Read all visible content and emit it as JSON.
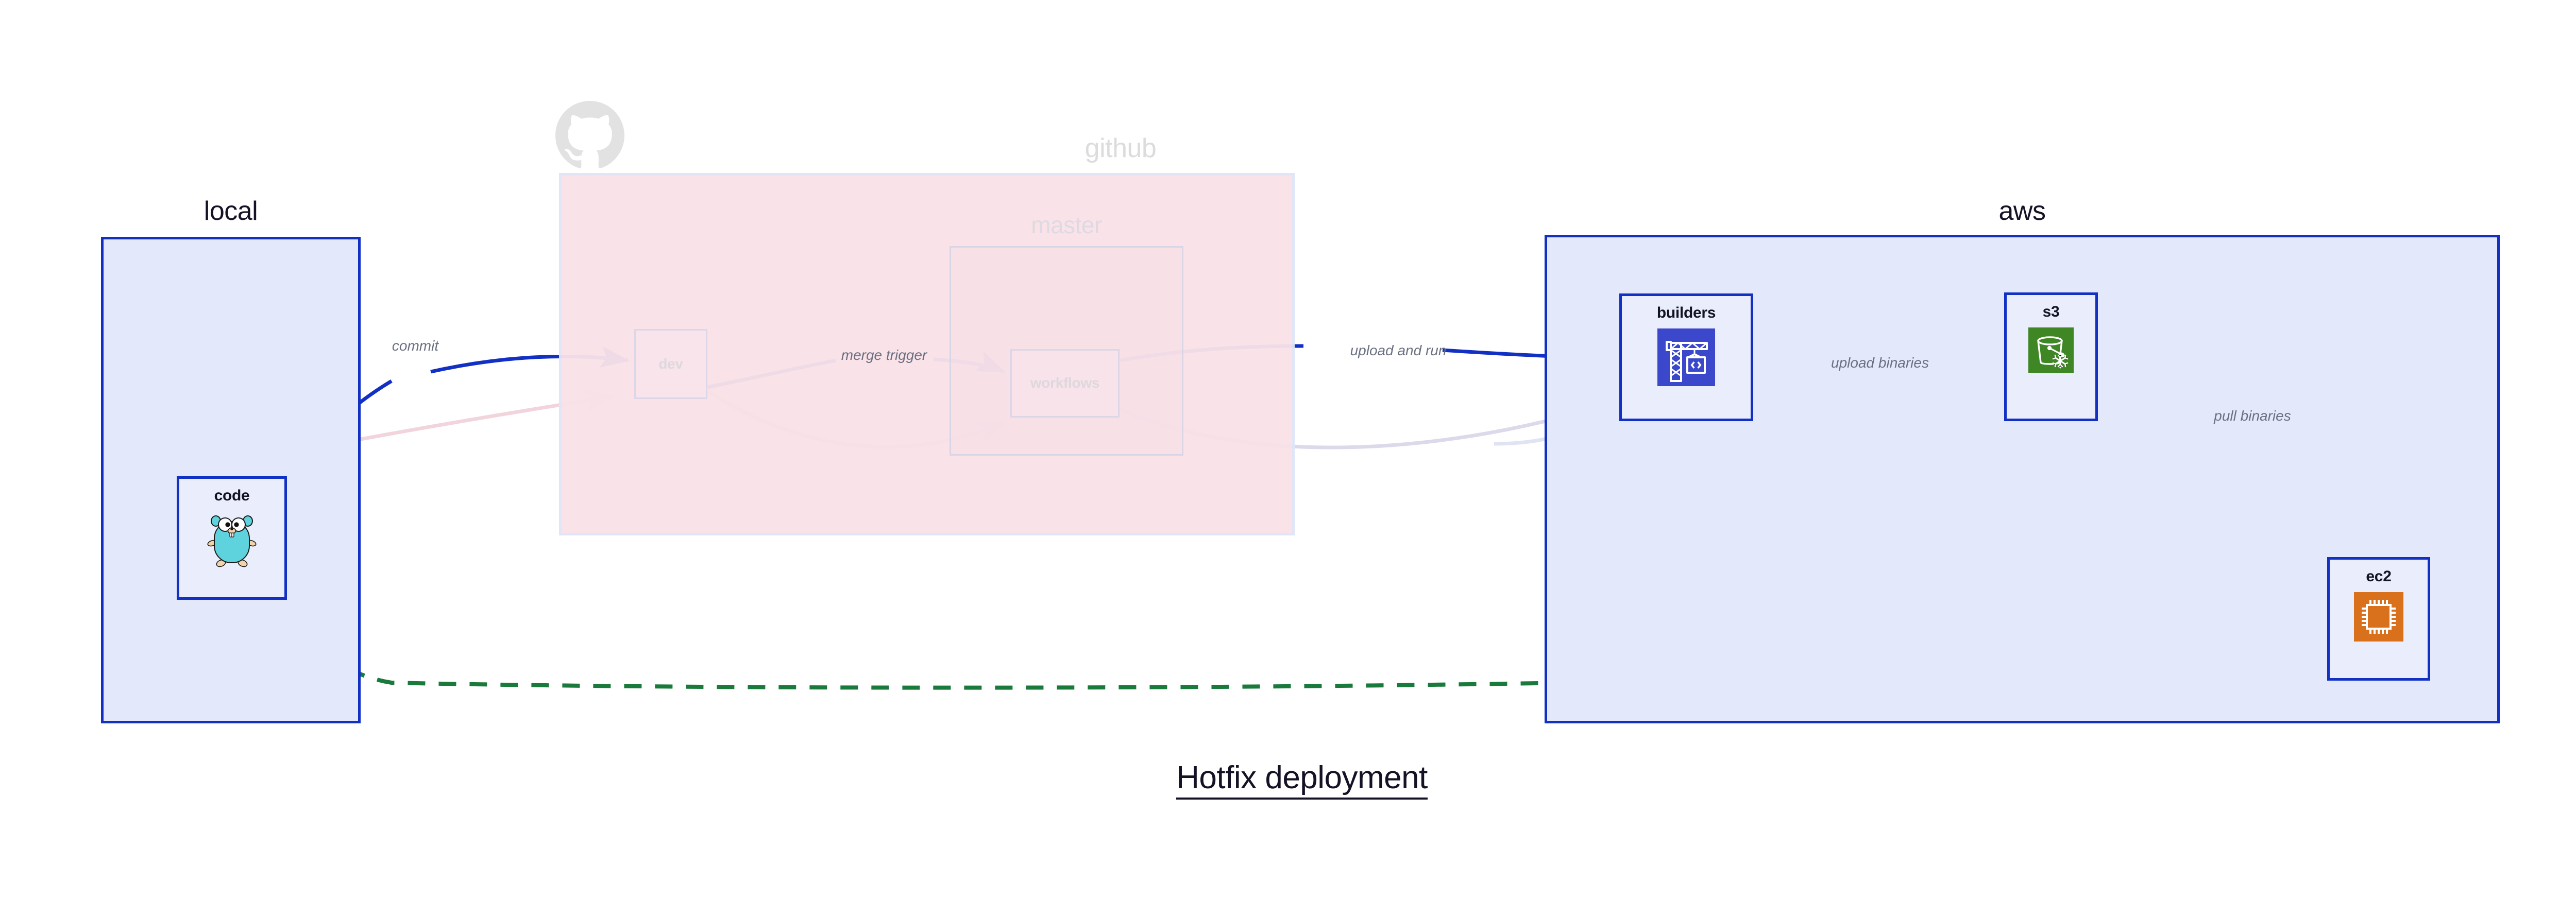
{
  "title": "Hotfix deployment",
  "clusters": [
    {
      "id": "local",
      "label": "local"
    },
    {
      "id": "github",
      "label": "github"
    },
    {
      "id": "master",
      "label": "master"
    },
    {
      "id": "aws",
      "label": "aws"
    }
  ],
  "nodes": [
    {
      "id": "code",
      "label": "code",
      "icon": "go-gopher-icon",
      "cluster": "local"
    },
    {
      "id": "dev",
      "label": "dev",
      "icon": "none",
      "cluster": "github"
    },
    {
      "id": "workflows",
      "label": "workflows",
      "icon": "none",
      "cluster": "master"
    },
    {
      "id": "builders",
      "label": "builders",
      "icon": "aws-codebuild-icon",
      "cluster": "aws"
    },
    {
      "id": "s3",
      "label": "s3",
      "icon": "aws-s3-glacier-icon",
      "cluster": "aws"
    },
    {
      "id": "ec2",
      "label": "ec2",
      "icon": "aws-ec2-icon",
      "cluster": "aws"
    }
  ],
  "edges": [
    {
      "id": "commit",
      "label": "commit",
      "from": "code",
      "to": "dev",
      "style": "solid",
      "color": "#1230c4"
    },
    {
      "id": "merge-trigger",
      "label": "merge trigger",
      "from": "dev",
      "to": "workflows",
      "style": "solid",
      "color": "#1230c4"
    },
    {
      "id": "upload-and-run",
      "label": "upload and run",
      "from": "workflows",
      "to": "builders",
      "style": "solid",
      "color": "#1230c4"
    },
    {
      "id": "upload-binaries",
      "label": "upload binaries",
      "from": "builders",
      "to": "s3",
      "style": "solid",
      "color": "#1230c4"
    },
    {
      "id": "pull-binaries",
      "label": "pull binaries",
      "from": "s3",
      "to": "ec2",
      "style": "solid",
      "color": "#1230c4"
    },
    {
      "id": "hotfix-direct",
      "label": "",
      "from": "code",
      "to": "ec2",
      "style": "dashed",
      "color": "#1a7a3c"
    }
  ],
  "colors": {
    "cluster_blue_fill": "#e3e8fb",
    "cluster_blue_border": "#1230c4",
    "cluster_pink_fill": "#f9e2e8",
    "node_fill": "#eaeefc",
    "edge_blue": "#1230c4",
    "edge_green": "#1a7a3c",
    "edge_label_gray": "#6a7081",
    "text_dark": "#131325",
    "faded_gray": "#dcdcdc",
    "aws_codebuild_bg": "#3b48cc",
    "aws_s3_bg": "#3f8624",
    "aws_ec2_bg": "#d9701b",
    "gopher_body": "#5fd3dd"
  }
}
